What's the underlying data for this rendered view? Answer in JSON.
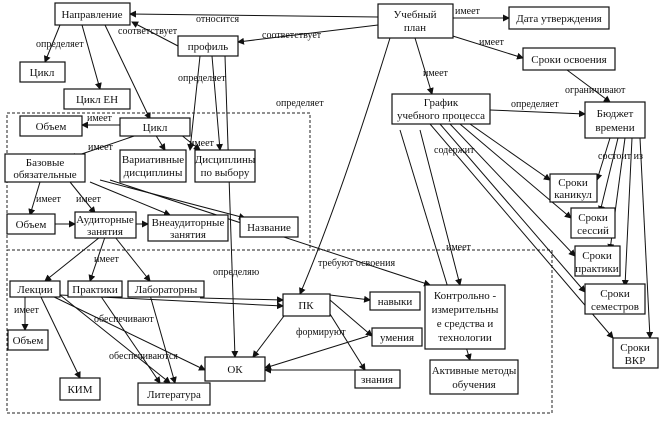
{
  "nodes": {
    "napravlenie": "Направление",
    "ucheb_plan": [
      "Учебный",
      "план"
    ],
    "data_utv": "Дата утверждения",
    "profil": "профиль",
    "sroki_osv": "Сроки освоения",
    "cikl_top": "Цикл",
    "cikl_en": "Цикл ЕН",
    "grafik": [
      "График",
      "учебного процесса"
    ],
    "byudzhet": [
      "Бюджет",
      "времени"
    ],
    "obem1": "Объем",
    "cikl": "Цикл",
    "variativ": [
      "Вариативные",
      "дисциплины"
    ],
    "po_vyboru": [
      "Дисциплины",
      "по выбору"
    ],
    "bazovye": [
      "Базовые",
      "обязательные"
    ],
    "sroki_kanikul": [
      "Сроки",
      "каникул"
    ],
    "sroki_sessiy": [
      "Сроки",
      "сессий"
    ],
    "obem2": "Объем",
    "auditor": [
      "Аудиторные",
      "занятия"
    ],
    "vneauditor": [
      "Внеаудиторные",
      "занятия"
    ],
    "nazvanie": "Название",
    "sroki_praktiki": [
      "Сроки",
      "практики"
    ],
    "sroki_semestrov": [
      "Сроки",
      "семестров"
    ],
    "lekcii": "Лекции",
    "praktiki": "Практики",
    "laboratory": "Лабораторны",
    "pk": "ПК",
    "navyki": "навыки",
    "kontrol": [
      "Контрольно -",
      "измерительны",
      "е средства и",
      "технологии"
    ],
    "obem3": "Объем",
    "umeniya": "умения",
    "ok": "ОК",
    "sroki_vkr": [
      "Сроки",
      "ВКР"
    ],
    "kim": "КИМ",
    "literatura": "Литература",
    "znaniya": "знания",
    "aktivnye": [
      "Активные методы",
      "обучения"
    ]
  },
  "edge_labels": {
    "otnositsya": "относится",
    "imeet_data": "имеет",
    "opredelyaet_napr": "определяет",
    "sootvetstvuet1": "соответствует",
    "sootvetstvuet2": "соответствует",
    "imeet_sroki": "имеет",
    "imeet_grafik": "имеет",
    "ogranichivayut": "ограничивают",
    "opredelyaet_profil": "определяет",
    "opredelyaet_ok": "определяет",
    "opredelyaet_byudzhet": "определяет",
    "imeet_obem1": "имеет",
    "imeet_cikl": "имеет",
    "imeet_var": "имеет",
    "soderzhit": "содержит",
    "sostoit_iz": "состоит из",
    "imeet_obem2": "имеет",
    "imeet_aud": "имеет",
    "imeet_kontrol": "имеет",
    "imeet_lek": "имеет",
    "opredelyayu": "определяю",
    "trebuyut": "требуют освоения",
    "imeet_obem3": "имеет",
    "obespechivayut": "обеспечивают",
    "formiruyut": "формируют",
    "obespechivayutsya": "обеспечиваются"
  }
}
